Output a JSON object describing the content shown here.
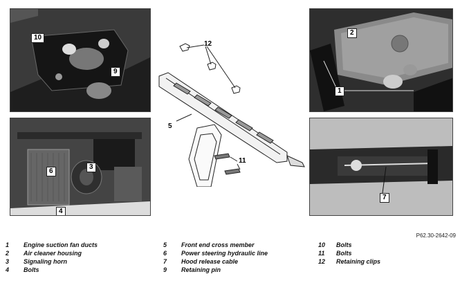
{
  "figure_ref": "P62.30-2642-09",
  "callouts": {
    "photo_top_left": [
      "10",
      "9"
    ],
    "photo_mid_left": [
      "6",
      "3",
      "4"
    ],
    "center": [
      "12",
      "5",
      "11"
    ],
    "photo_top_right": [
      "2",
      "1"
    ],
    "photo_bottom_right": [
      "7"
    ]
  },
  "legend": [
    {
      "num": "1",
      "text": "Engine suction fan ducts"
    },
    {
      "num": "2",
      "text": "Air cleaner housing"
    },
    {
      "num": "3",
      "text": "Signaling horn"
    },
    {
      "num": "4",
      "text": "Bolts"
    },
    {
      "num": "5",
      "text": "Front end cross member"
    },
    {
      "num": "6",
      "text": "Power steering hydraulic line"
    },
    {
      "num": "7",
      "text": "Hood release cable"
    },
    {
      "num": "9",
      "text": "Retaining pin"
    },
    {
      "num": "10",
      "text": "Bolts"
    },
    {
      "num": "11",
      "text": "Bolts"
    },
    {
      "num": "12",
      "text": "Retaining clips"
    }
  ]
}
